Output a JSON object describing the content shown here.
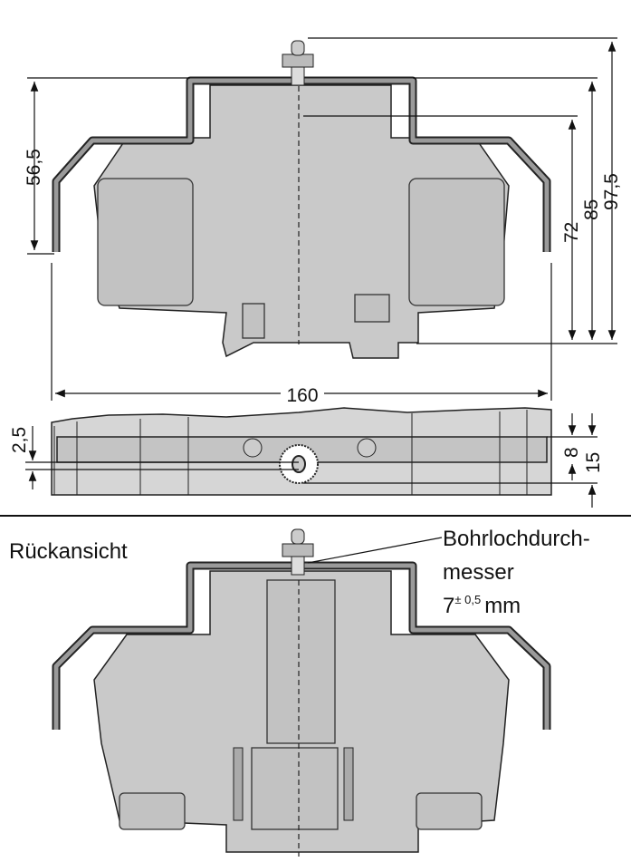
{
  "front_view": {
    "dimensions": {
      "height_left": "56,5",
      "height_72": "72",
      "height_85": "85",
      "height_97": "97,5",
      "width": "160"
    }
  },
  "side_view": {
    "dimensions": {
      "offset": "2,5",
      "d8": "8",
      "d15": "15"
    }
  },
  "rear_view": {
    "title": "Rückansicht",
    "note_line1": "Bohrlochdurch-",
    "note_line2": "messer",
    "note_value": "7",
    "note_tolerance": "± 0,5",
    "note_unit": "mm"
  },
  "colors": {
    "body": "#c9c9c9",
    "rail": "#9a9a9a",
    "outline": "#222222"
  }
}
